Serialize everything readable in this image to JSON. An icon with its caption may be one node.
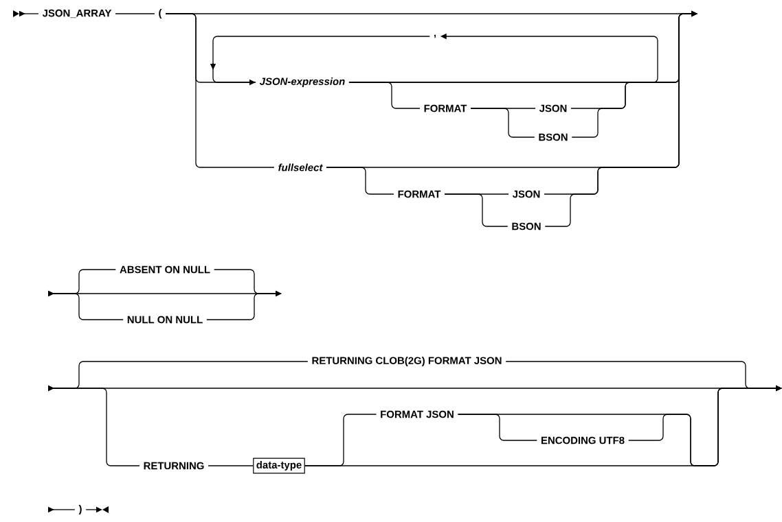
{
  "diagram": {
    "nodes": [
      {
        "text": [
          "JSON_ARRAY"
        ]
      },
      {
        "text": [
          "("
        ]
      },
      {
        "text": [
          ","
        ]
      },
      {
        "text": [
          "JSON-expression"
        ]
      },
      {
        "text": [
          "FORMAT"
        ]
      },
      {
        "text": [
          "JSON"
        ]
      },
      {
        "text": [
          "BSON"
        ]
      },
      {
        "text": [
          "fullselect"
        ]
      },
      {
        "text": [
          "FORMAT"
        ]
      },
      {
        "text": [
          "JSON"
        ]
      },
      {
        "text": [
          "BSON"
        ]
      },
      {
        "text": [
          "ABSENT ON NULL"
        ]
      },
      {
        "text": [
          "NULL ON NULL"
        ]
      },
      {
        "text": [
          "RETURNING CLOB(2G) FORMAT JSON"
        ]
      },
      {
        "text": [
          "RETURNING"
        ]
      },
      {
        "text": [
          "data-type"
        ]
      },
      {
        "text": [
          "FORMAT JSON"
        ]
      },
      {
        "text": [
          "ENCODING UTF8"
        ]
      },
      {
        "text": [
          ")"
        ]
      }
    ],
    "edges": [
      {
        "from": 0,
        "to": 1,
        "arrow": "none"
      },
      {
        "from": 1,
        "to": 3,
        "arrow": "none"
      },
      {
        "from": 1,
        "to": 7,
        "arrow": "none"
      },
      {
        "from": 1,
        "to": null,
        "arrow": "to"
      },
      {
        "from": 3,
        "to": 4,
        "arrow": "none"
      },
      {
        "from": 4,
        "to": 5,
        "arrow": "none"
      },
      {
        "from": 4,
        "to": 6,
        "arrow": "none"
      },
      {
        "from": 3,
        "to": 2,
        "arrow": "to"
      },
      {
        "from": 2,
        "to": 3,
        "arrow": "to"
      },
      {
        "from": 7,
        "to": 8,
        "arrow": "none"
      },
      {
        "from": 8,
        "to": 9,
        "arrow": "none"
      },
      {
        "from": 8,
        "to": 10,
        "arrow": "none"
      },
      {
        "from": 3,
        "to": null,
        "arrow": "to"
      },
      {
        "from": 5,
        "to": null,
        "arrow": "to"
      },
      {
        "from": 6,
        "to": null,
        "arrow": "to"
      },
      {
        "from": 7,
        "to": null,
        "arrow": "to"
      },
      {
        "from": 9,
        "to": null,
        "arrow": "to"
      },
      {
        "from": 10,
        "to": null,
        "arrow": "to"
      },
      {
        "from": null,
        "to": 11,
        "arrow": "to"
      },
      {
        "from": null,
        "to": 12,
        "arrow": "to"
      },
      {
        "from": 11,
        "to": null,
        "arrow": "to"
      },
      {
        "from": 12,
        "to": null,
        "arrow": "to"
      },
      {
        "from": null,
        "to": 13,
        "arrow": "to"
      },
      {
        "from": null,
        "to": 14,
        "arrow": "to"
      },
      {
        "from": 13,
        "to": null,
        "arrow": "to"
      },
      {
        "from": 14,
        "to": 15,
        "arrow": "none"
      },
      {
        "from": 15,
        "to": 16,
        "arrow": "none"
      },
      {
        "from": 16,
        "to": 17,
        "arrow": "none"
      },
      {
        "from": 15,
        "to": null,
        "arrow": "to"
      },
      {
        "from": 16,
        "to": null,
        "arrow": "to"
      },
      {
        "from": 17,
        "to": null,
        "arrow": "to"
      },
      {
        "from": null,
        "to": 0,
        "arrow": "to"
      },
      {
        "from": null,
        "to": 18,
        "arrow": "to"
      },
      {
        "from": 18,
        "to": null,
        "arrow": "to"
      }
    ]
  }
}
